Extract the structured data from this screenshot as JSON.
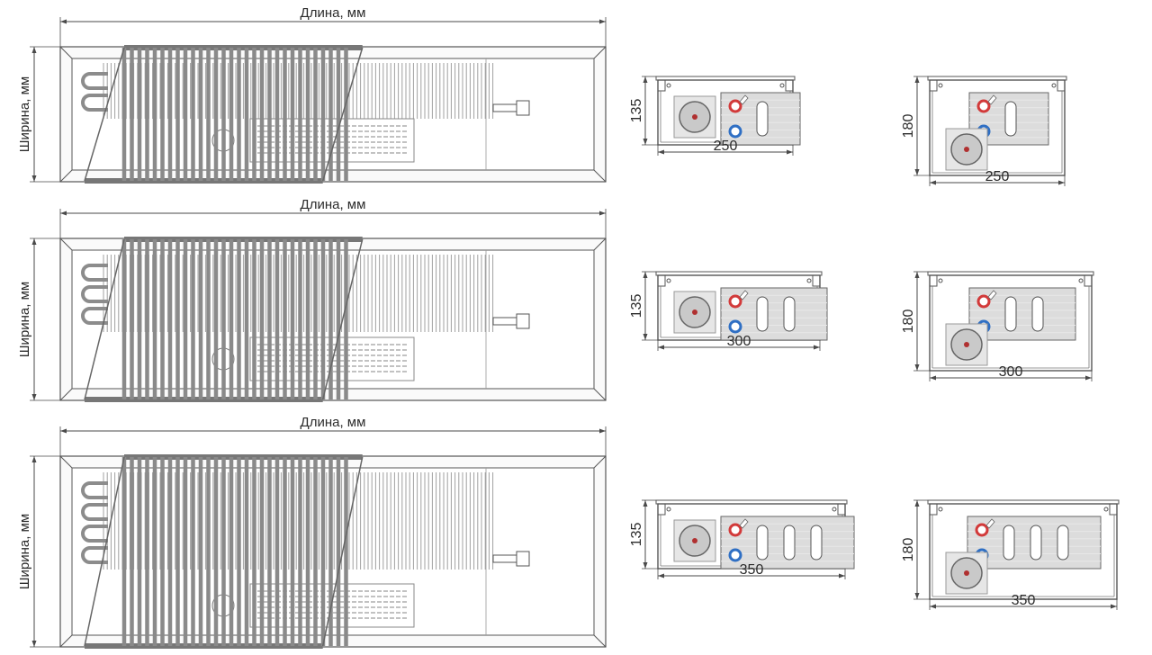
{
  "top_views": [
    {
      "length_label": "Длина, мм",
      "width_label": "Ширина, мм",
      "heat_exchanger_loops": 2,
      "grille_fraction": 0.45
    },
    {
      "length_label": "Длина, мм",
      "width_label": "Ширина, мм",
      "heat_exchanger_loops": 3,
      "grille_fraction": 0.45
    },
    {
      "length_label": "Длина, мм",
      "width_label": "Ширина, мм",
      "heat_exchanger_loops": 4,
      "grille_fraction": 0.45
    }
  ],
  "sections": [
    {
      "row": 0,
      "height": "135",
      "width": "250",
      "ovals": 1,
      "fan": "inside"
    },
    {
      "row": 0,
      "height": "180",
      "width": "250",
      "ovals": 1,
      "fan": "below"
    },
    {
      "row": 1,
      "height": "135",
      "width": "300",
      "ovals": 2,
      "fan": "inside"
    },
    {
      "row": 1,
      "height": "180",
      "width": "300",
      "ovals": 2,
      "fan": "below"
    },
    {
      "row": 2,
      "height": "135",
      "width": "350",
      "ovals": 3,
      "fan": "inside"
    },
    {
      "row": 2,
      "height": "180",
      "width": "350",
      "ovals": 3,
      "fan": "below"
    }
  ],
  "colors": {
    "line": "#4a4a4a",
    "frame": "#555555",
    "grille": "#8a8a8a",
    "fan": "#c9c9c9",
    "hot_pipe": "#d23a3a",
    "cold_pipe": "#2f6fc4"
  }
}
